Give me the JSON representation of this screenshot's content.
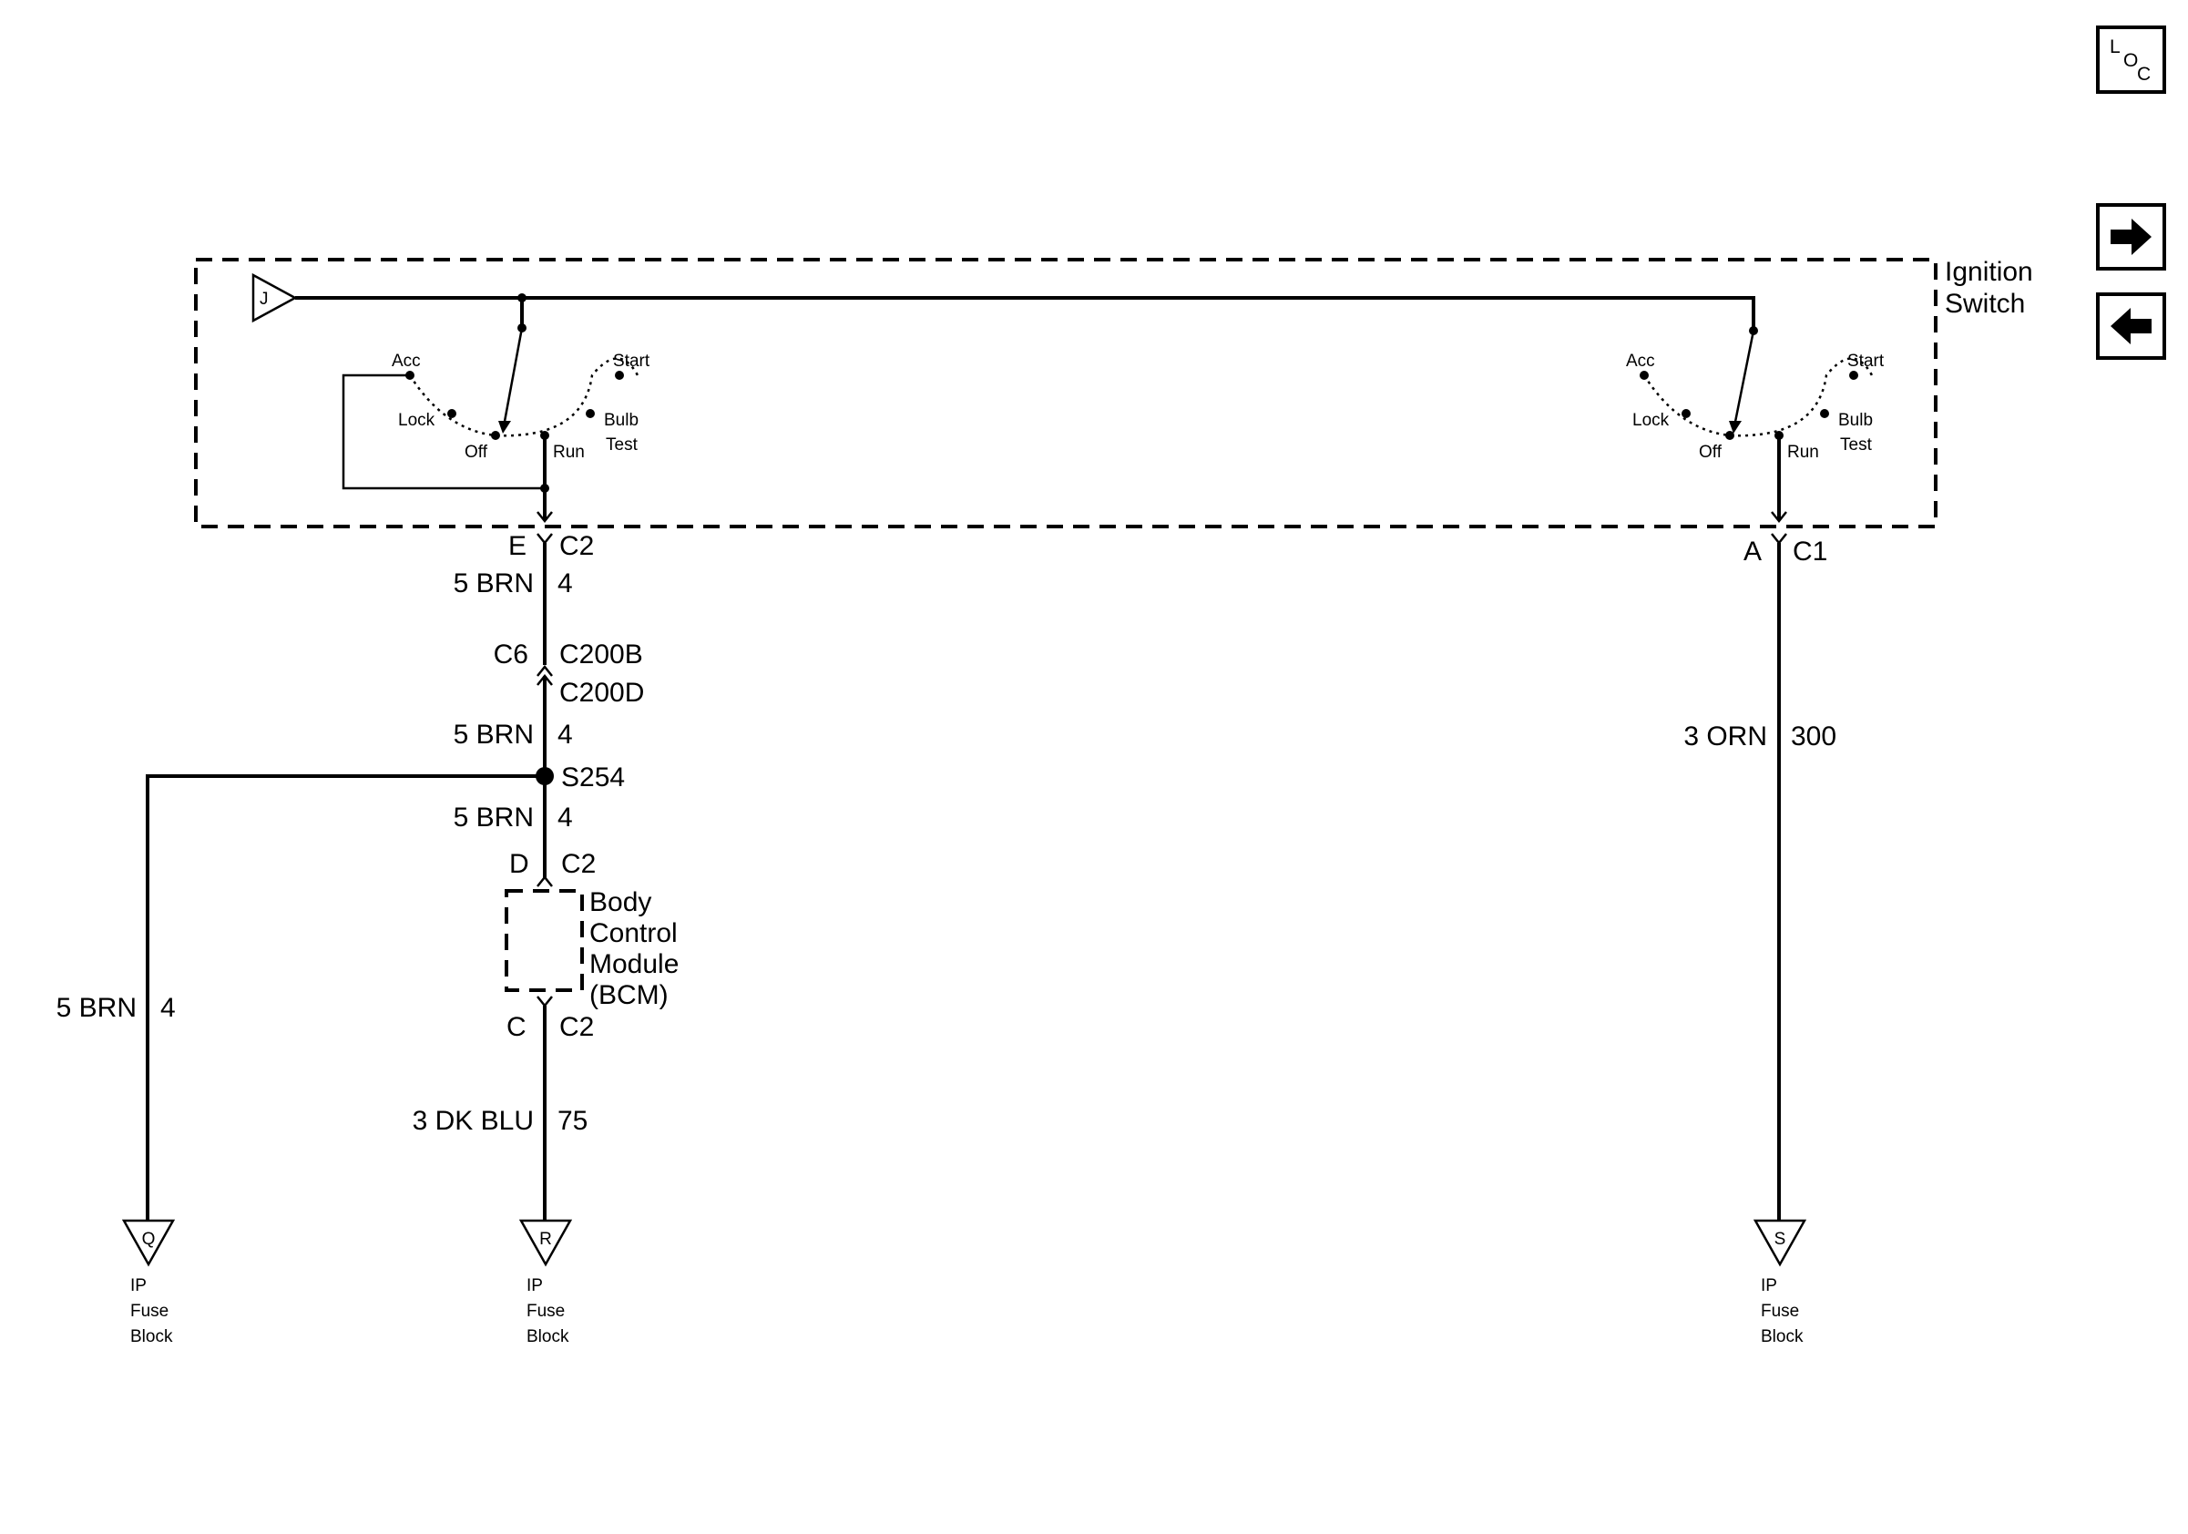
{
  "loc_button": {
    "l": "L",
    "o": "O",
    "c": "C"
  },
  "nav": {
    "forward_icon": "right-arrow-icon",
    "back_icon": "left-arrow-icon"
  },
  "ignition_switch": {
    "title_line1": "Ignition",
    "title_line2": "Switch",
    "input_connector": "J",
    "left_positions": {
      "acc": "Acc",
      "start": "Start",
      "lock": "Lock",
      "bulb": "Bulb",
      "off": "Off",
      "run": "Run",
      "test": "Test"
    },
    "right_positions": {
      "acc": "Acc",
      "start": "Start",
      "lock": "Lock",
      "bulb": "Bulb",
      "off": "Off",
      "run": "Run",
      "test": "Test"
    }
  },
  "left_circuit": {
    "conn1_pin": "E",
    "conn1_id": "C2",
    "wire1_color": "5 BRN",
    "wire1_circuit": "4",
    "conn2_pin": "C6",
    "conn2_id_top": "C200B",
    "conn2_id_bottom": "C200D",
    "wire2_color": "5 BRN",
    "wire2_circuit": "4",
    "splice": "S254",
    "wire3_color": "5 BRN",
    "wire3_circuit": "4",
    "bcm_in_pin": "D",
    "bcm_in_id": "C2",
    "bcm_line1": "Body",
    "bcm_line2": "Control",
    "bcm_line3": "Module",
    "bcm_line4": "(BCM)",
    "bcm_out_pin": "C",
    "bcm_out_id": "C2",
    "wire4_color": "3 DK BLU",
    "wire4_circuit": "75",
    "branch_color": "5 BRN",
    "branch_circuit": "4"
  },
  "right_circuit": {
    "conn_pin": "A",
    "conn_id": "C1",
    "wire_color": "3 ORN",
    "wire_circuit": "300"
  },
  "terminals": [
    {
      "letter": "Q",
      "line1": "IP",
      "line2": "Fuse",
      "line3": "Block"
    },
    {
      "letter": "R",
      "line1": "IP",
      "line2": "Fuse",
      "line3": "Block"
    },
    {
      "letter": "S",
      "line1": "IP",
      "line2": "Fuse",
      "line3": "Block"
    }
  ]
}
